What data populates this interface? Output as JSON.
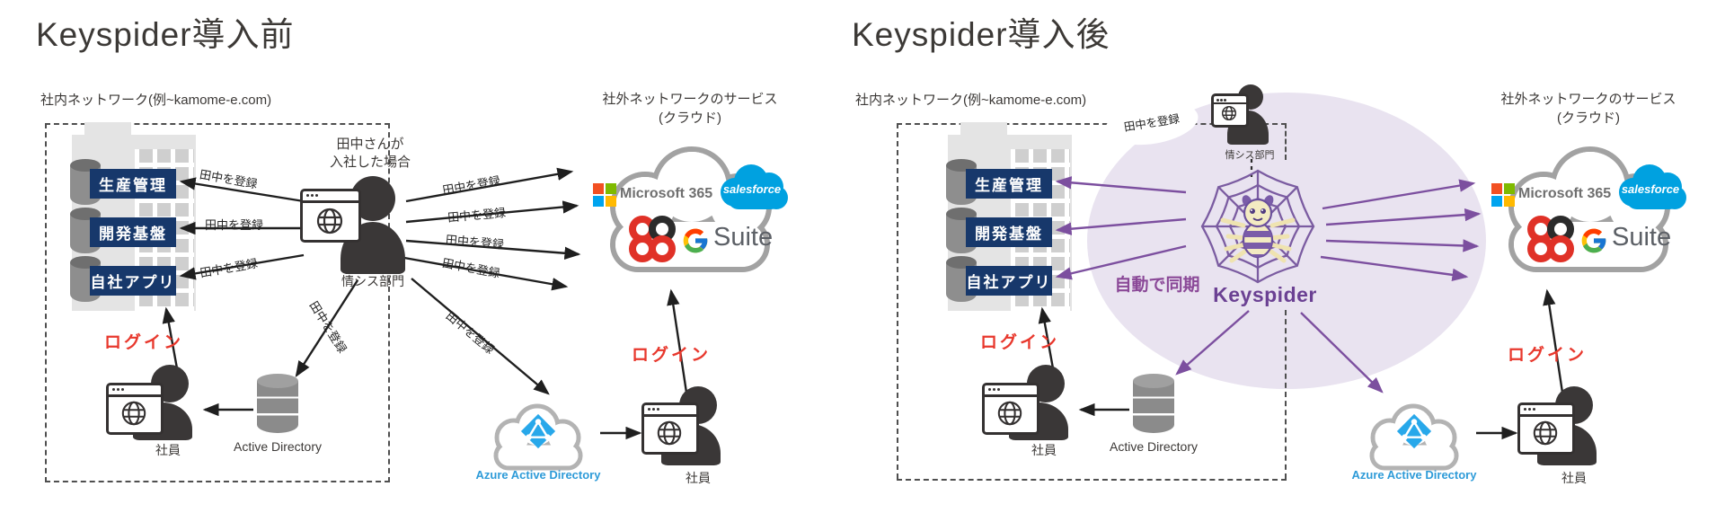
{
  "common": {
    "internal_network_label": "社内ネットワーク(例~kamome-e.com)",
    "external_network_line1": "社外ネットワークのサービス",
    "external_network_line2": "(クラウド)",
    "system_production": "生産管理",
    "system_development": "開発基盤",
    "system_inhouse_app": "自社アプリ",
    "register_label": "田中を登録",
    "login_label": "ログイン",
    "employee_label": "社員",
    "it_dept_label": "情シス部門",
    "active_directory_label": "Active Directory",
    "azure_ad_label": "Azure Active Directory",
    "microsoft365_label": "Microsoft 365",
    "salesforce_label": "salesforce",
    "gsuite_g_label": "G",
    "gsuite_suite_label": "Suite"
  },
  "before": {
    "title": "Keyspider導入前",
    "annotation_line1": "田中さんが",
    "annotation_line2": "入社した場合"
  },
  "after": {
    "title": "Keyspider導入後",
    "bubble_label": "田中を登録",
    "sync_label": "自動で同期",
    "keyspider_label": "Keyspider"
  },
  "colors": {
    "system_box_navy": "#17386b",
    "login_red": "#e8382d",
    "arrow_black": "#1f1f1f",
    "arrow_purple": "#7c4f9f",
    "sync_purple": "#8a4897",
    "keyspider_purple": "#6b4193",
    "ellipse_lavender": "#e9e3f0",
    "salesforce_blue": "#00a1e0",
    "azure_blue": "#2e9bd8",
    "ms_red": "#f25022",
    "ms_green": "#7fba00",
    "ms_blue": "#00a4ef",
    "ms_yellow": "#ffb900"
  }
}
